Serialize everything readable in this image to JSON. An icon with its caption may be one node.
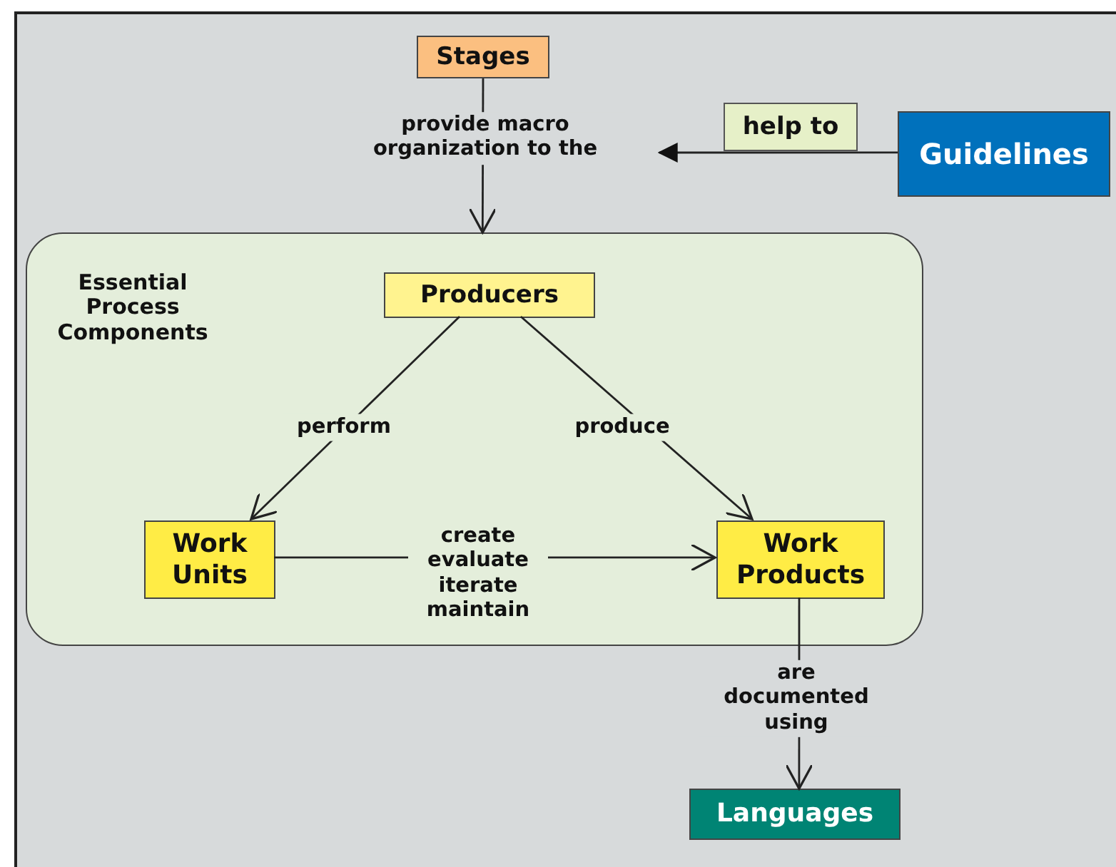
{
  "diagram": {
    "nodes": [
      {
        "text": [
          "Stages"
        ]
      },
      {
        "text": [
          "Guidelines"
        ]
      },
      {
        "text": [
          "Essential Process Components"
        ]
      },
      {
        "text": [
          "Producers"
        ],
        "in": 2
      },
      {
        "text": [
          "Work Units"
        ],
        "in": 2
      },
      {
        "text": [
          "Work Products"
        ],
        "in": 2
      },
      {
        "text": [
          "Languages"
        ]
      }
    ],
    "edges": [
      {
        "from": 0,
        "to": 2,
        "arrow": "to",
        "label": "provide macro organization to the"
      },
      {
        "from": 1,
        "to": null,
        "arrow": "to",
        "label": "help to"
      },
      {
        "from": 3,
        "to": 4,
        "arrow": "to",
        "label": "perform"
      },
      {
        "from": 3,
        "to": 5,
        "arrow": "to",
        "label": "produce"
      },
      {
        "from": 4,
        "to": 5,
        "arrow": "to",
        "label": "create evaluate iterate maintain"
      },
      {
        "from": 5,
        "to": 6,
        "arrow": "to",
        "label": "are documented using"
      }
    ]
  }
}
